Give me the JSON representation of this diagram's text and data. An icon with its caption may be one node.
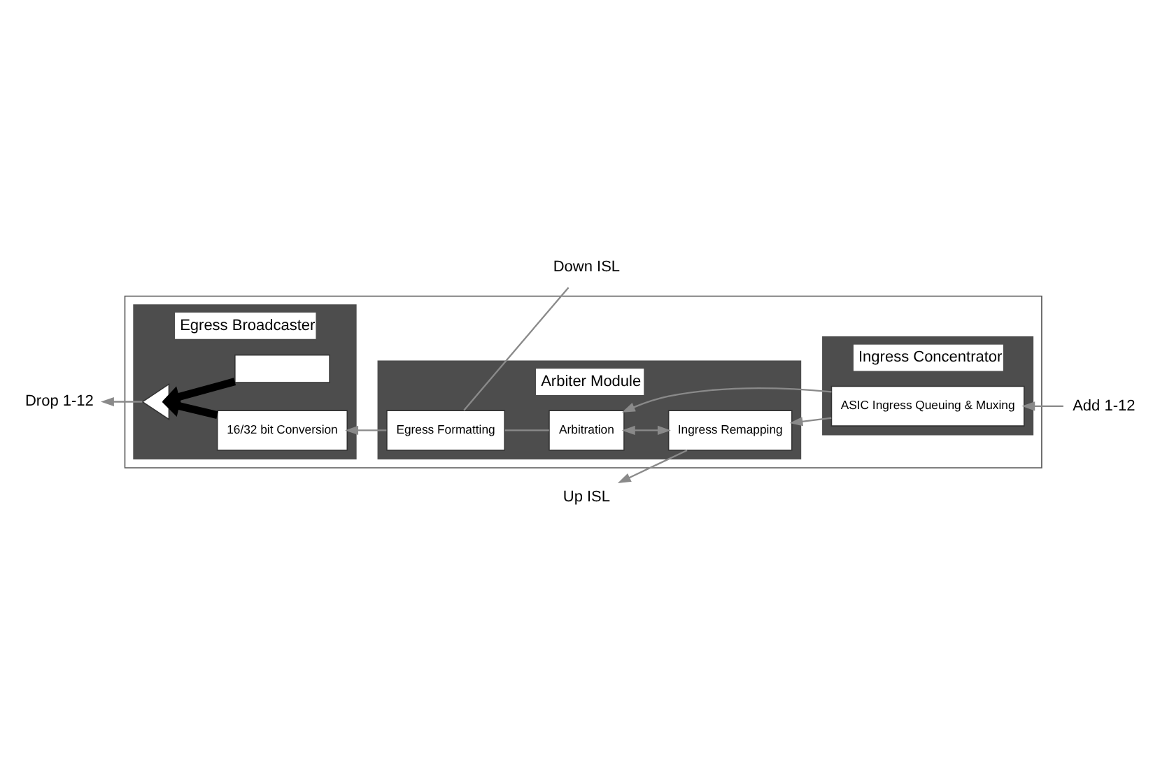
{
  "diagram": {
    "nodes": [
      {
        "text": [],
        "shape": "box"
      },
      {
        "text": [
          "Arbiter Module"
        ],
        "in": 0
      },
      {
        "text": [
          "Ingress Remapping"
        ],
        "in": 1
      },
      {
        "text": [
          "Arbitration"
        ],
        "in": 1
      },
      {
        "text": [
          "Egress Formatting"
        ],
        "in": 1
      },
      {
        "text": [
          "Ingress Concentrator"
        ],
        "in": 0
      },
      {
        "text": [
          "ASIC Ingress Queuing & Muxing"
        ],
        "in": 5
      },
      {
        "text": [
          "Egress Broadcaster"
        ],
        "in": 0
      },
      {
        "text": [],
        "shape": "box",
        "in": 7
      },
      {
        "text": [
          "16/32 bit Conversion"
        ],
        "in": 7
      },
      {
        "text": [],
        "shape": "triangle",
        "in": 7
      },
      {
        "text": [
          "Up ISL"
        ]
      },
      {
        "text": [
          "Down ISL"
        ]
      },
      {
        "text": [
          "Add 1-12"
        ]
      },
      {
        "text": [
          "Drop 1-12"
        ]
      }
    ],
    "edges": [
      {
        "from": 13,
        "to": 6,
        "arrow": "to"
      },
      {
        "from": 6,
        "to": 2,
        "arrow": "to"
      },
      {
        "from": 2,
        "to": 11,
        "arrow": "to"
      },
      {
        "from": 2,
        "to": 3,
        "arrow": "both"
      },
      {
        "from": 6,
        "to": 3,
        "arrow": "to"
      },
      {
        "from": 3,
        "to": 4,
        "arrow": "none"
      },
      {
        "from": 12,
        "to": 4,
        "arrow": "none"
      },
      {
        "from": 4,
        "to": 9,
        "arrow": "to"
      },
      {
        "from": 9,
        "to": 10,
        "arrow": "to",
        "style": "thick",
        "color": "#000000"
      },
      {
        "from": 8,
        "to": 10,
        "arrow": "to",
        "style": "thick",
        "color": "#000000"
      },
      {
        "from": 10,
        "to": 14,
        "arrow": "to"
      }
    ]
  }
}
